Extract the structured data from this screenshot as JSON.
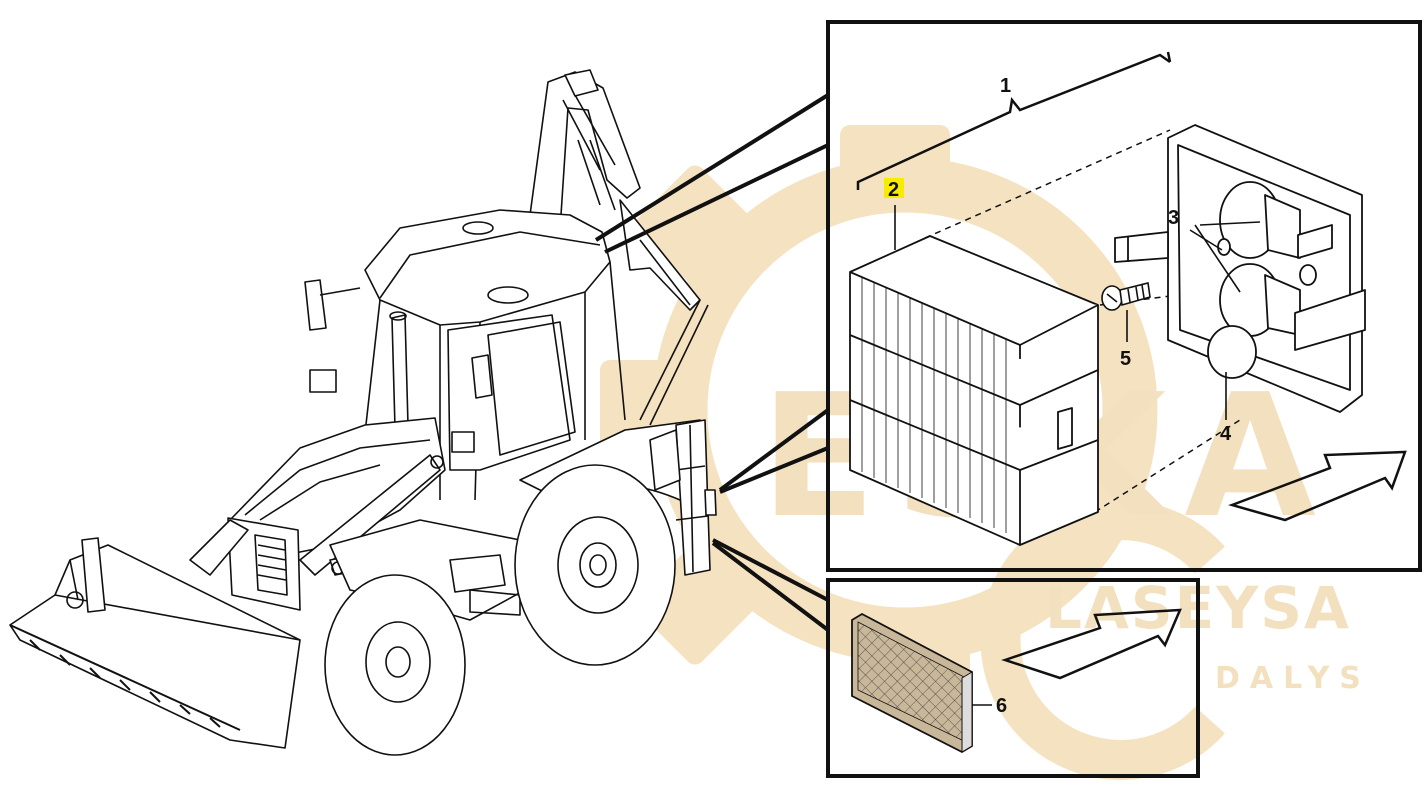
{
  "watermark": {
    "brand_top": "ESKA",
    "brand_mid": "LASEYSA",
    "brand_bottom": "DALYS",
    "color": "#f3dcb0"
  },
  "callouts": [
    {
      "id": "1",
      "text": "1"
    },
    {
      "id": "2",
      "text": "2",
      "highlighted": true
    },
    {
      "id": "3",
      "text": "3"
    },
    {
      "id": "4",
      "text": "4"
    },
    {
      "id": "5",
      "text": "5"
    },
    {
      "id": "6",
      "text": "6"
    }
  ],
  "colors": {
    "line": "#111111",
    "highlight": "#f7ec00",
    "reflector": "#c9b79a"
  }
}
